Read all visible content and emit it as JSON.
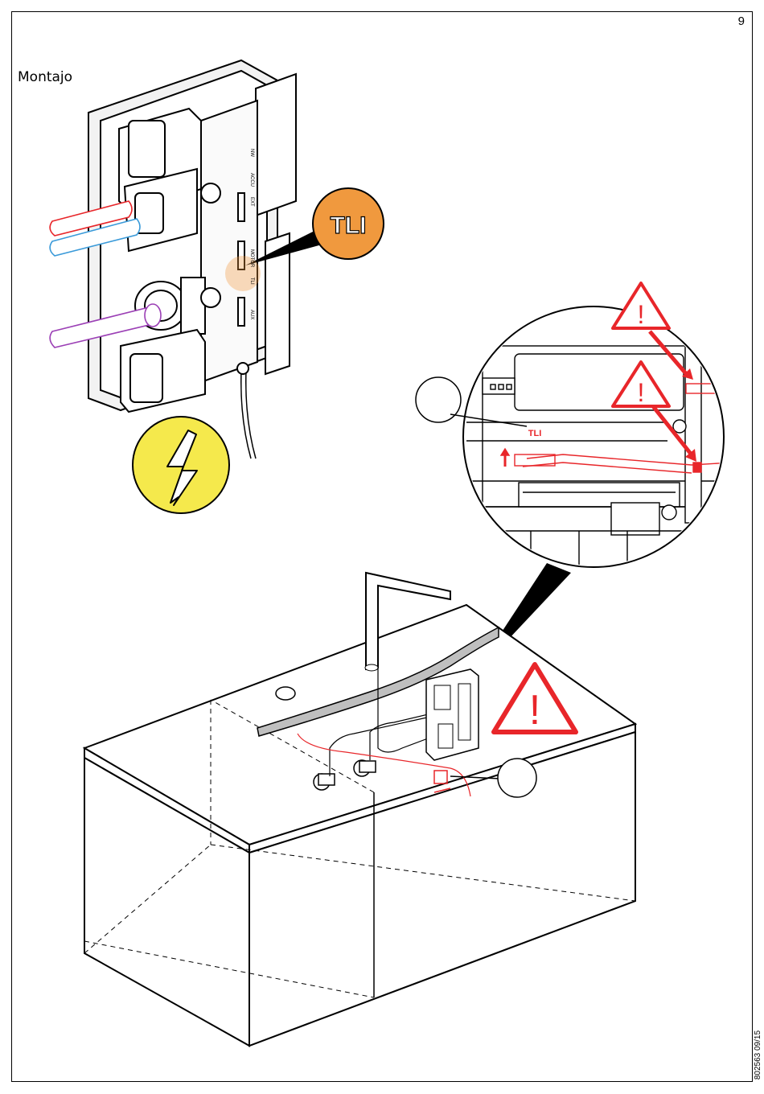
{
  "page": {
    "number": "9",
    "section_title": "Montajo",
    "doc_code": "802563 09/15"
  },
  "labels": {
    "module_label": "TLI",
    "detail_label": "TLI"
  },
  "board_markings": [
    "NW",
    "ACCU",
    "EXT",
    "MOTOR",
    "TLI",
    "AUX"
  ],
  "icons": [
    "hazard-voltage-icon",
    "warning-triangle-icon"
  ],
  "colors": {
    "hot_pipe": "#e8262a",
    "cold_pipe": "#3a9ad9",
    "mixed_pipe": "#9b3fb5",
    "tli_badge": "#f0993e",
    "voltage_badge": "#f5e94c",
    "warning_red": "#e8262a"
  }
}
